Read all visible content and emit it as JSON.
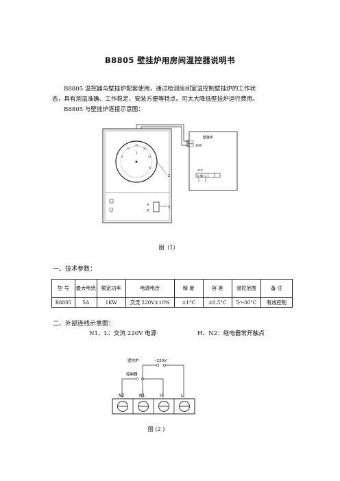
{
  "document": {
    "title": "B8805 壁挂炉用房间温控器说明书",
    "intro_lines": [
      "B8805 温控器与壁挂炉配套使用，通过检测房间室温控制壁挂炉的工作状",
      "态，具有测温准确、工作稳定、安装方便等特点。可大大降低壁挂炉运行费用。",
      "B8805 与壁挂炉连接示意图："
    ]
  },
  "figure1": {
    "caption": "图（1）",
    "boiler_label": "壁挂炉",
    "terminal_labels": [
      "S1",
      "S2"
    ],
    "terminal_note": "温控器",
    "power_label": "~220V",
    "bottom_terminals": "N  N  H  L",
    "callouts": [
      "1",
      "2",
      "3"
    ],
    "switch_labels": [
      "开",
      "关"
    ],
    "dial_numbers": [
      "5",
      "10",
      "15",
      "20",
      "25",
      "30"
    ]
  },
  "section1": {
    "heading": "一、技术参数：",
    "table": {
      "headers": [
        "型 号",
        "最大电流",
        "额定功率",
        "电源电压",
        "精 度",
        "容 差",
        "温控范围",
        "备 注"
      ],
      "row": [
        "B8805",
        "5A",
        "1KW",
        "交流 220V±10%",
        "±1°C",
        "±0.5°C",
        "5～30°C",
        "有线控制"
      ]
    }
  },
  "section2": {
    "heading": "二、外部连线示意图：",
    "legend_left": "N1、L：交流 220V 电源",
    "legend_right": "H、N2：继电器常开触点"
  },
  "figure2": {
    "caption": "图 (2 )",
    "boiler_label_1": "壁挂炉",
    "boiler_label_2": "控制器",
    "power_label": "~220V",
    "terminals": [
      "N2",
      "N1",
      "H",
      "L"
    ]
  }
}
